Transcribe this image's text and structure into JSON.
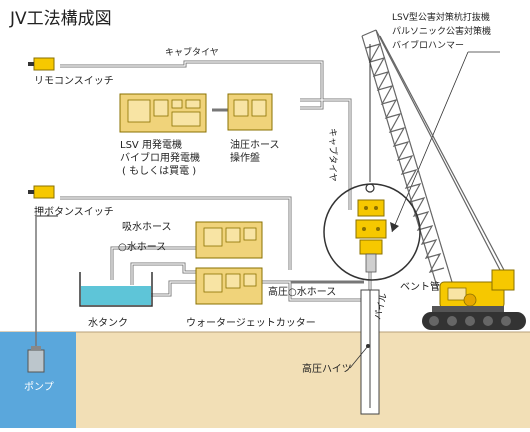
{
  "title": "JV工法構成図",
  "machine_label": {
    "line1": "LSV型公害対策杭打抜機",
    "line2": "パルソニック公害対策機",
    "line3": "バイブロハンマー"
  },
  "labels": {
    "cab_tire_top": "キャブタイヤ",
    "cab_tire_vertical": "キャブタイヤ",
    "remote_switch": "リモコンスイッチ",
    "generator_1": "LSV 用発電機",
    "generator_2": "バイブロ用発電機",
    "generator_3": "( もしくは買電 )",
    "hydraulic_1": "油圧ホース",
    "hydraulic_2": "操作盤",
    "push_button": "押ボタンスイッチ",
    "suction_hose": "吸水ホース",
    "water_hose": "○水ホース",
    "water_tank": "水タンク",
    "cutter": "ウォータージェットカッター",
    "hp_water_hose": "高圧○水ホース",
    "bent_pipe": "ベント管",
    "pile": "パイル",
    "hp_hits": "高圧ハイツ",
    "pump": "ポンプ"
  }
}
